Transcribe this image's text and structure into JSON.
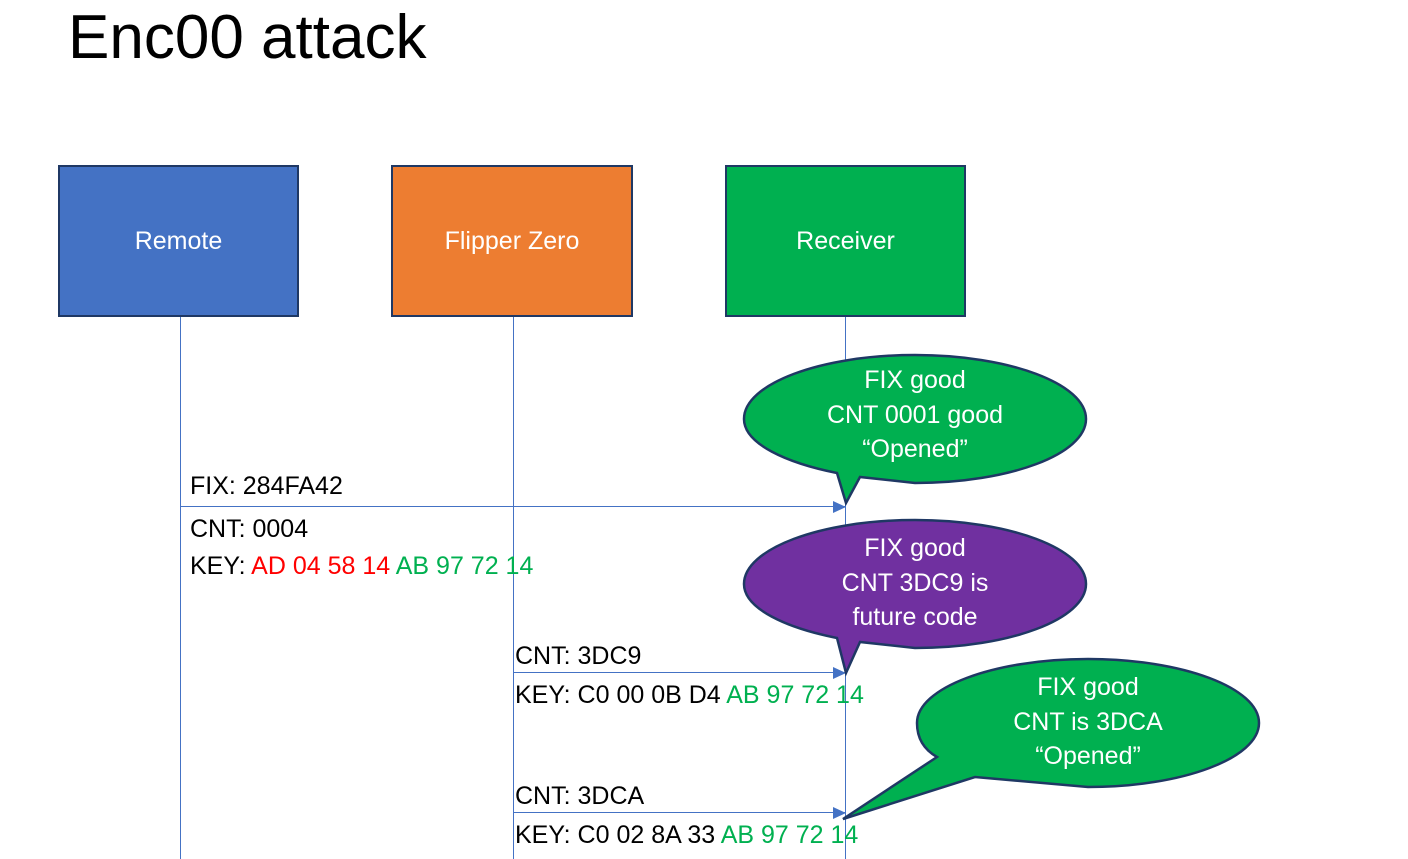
{
  "slide": {
    "title": "Enc00 attack"
  },
  "actors": [
    {
      "id": "remote",
      "label": "Remote",
      "color": "#4472C4"
    },
    {
      "id": "flipper",
      "label": "Flipper Zero",
      "color": "#ED7D31"
    },
    {
      "id": "receiver",
      "label": "Receiver",
      "color": "#00B050"
    }
  ],
  "messages": {
    "fix_line": "FIX: 284FA42",
    "cnt_1": "CNT: 0004",
    "key_1_label": "KEY: ",
    "key_1_red": "AD 04 58 14",
    "key_1_green": "AB 97 72 14",
    "cnt_2": "CNT: 3DC9",
    "key_2_label": "KEY: C0 00 0B D4 ",
    "key_2_green": "AB 97 72 14",
    "cnt_3": "CNT: 3DCA",
    "key_3_label": "KEY: C0 02 8A 33 ",
    "key_3_green": "AB 97 72 14"
  },
  "callouts": [
    {
      "id": "callout-1",
      "color": "#00B050",
      "lines": [
        "FIX good",
        "CNT 0001 good",
        "“Opened”"
      ]
    },
    {
      "id": "callout-2",
      "color": "#7030A0",
      "lines": [
        "FIX good",
        "CNT 3DC9 is",
        "future code"
      ]
    },
    {
      "id": "callout-3",
      "color": "#00B050",
      "lines": [
        "FIX good",
        "CNT is 3DCA",
        "“Opened”"
      ]
    }
  ],
  "colors": {
    "remote_blue": "#4472C4",
    "flipper_orange": "#ED7D31",
    "receiver_green": "#00B050",
    "future_purple": "#7030A0",
    "manufacturer_red": "#FF0000",
    "lifeline_blue": "#4472C4",
    "box_outline": "#1F3864"
  }
}
